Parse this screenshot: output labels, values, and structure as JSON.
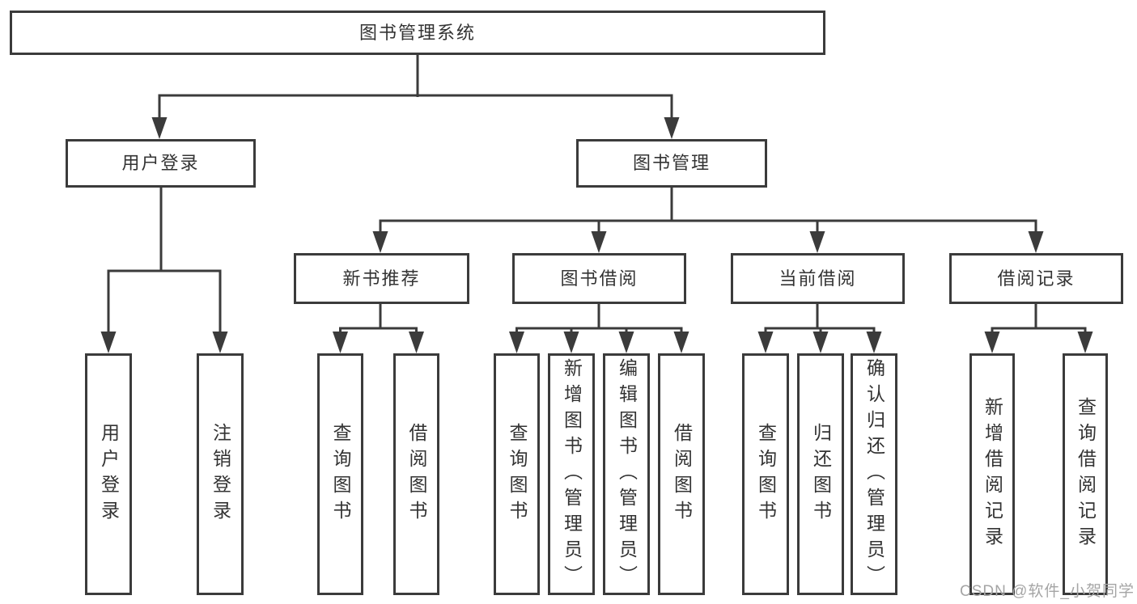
{
  "tree": {
    "root": {
      "label": "图书管理系统",
      "children": [
        {
          "label": "用户登录",
          "children": [
            {
              "label": "用户登录"
            },
            {
              "label": "注销登录"
            }
          ]
        },
        {
          "label": "图书管理",
          "children": [
            {
              "label": "新书推荐",
              "children": [
                {
                  "label": "查询图书"
                },
                {
                  "label": "借阅图书"
                }
              ]
            },
            {
              "label": "图书借阅",
              "children": [
                {
                  "label": "查询图书"
                },
                {
                  "label": "新增图书（管理员）"
                },
                {
                  "label": "编辑图书（管理员）"
                },
                {
                  "label": "借阅图书"
                }
              ]
            },
            {
              "label": "当前借阅",
              "children": [
                {
                  "label": "查询图书"
                },
                {
                  "label": "归还图书"
                },
                {
                  "label": "确认归还（管理员）"
                }
              ]
            },
            {
              "label": "借阅记录",
              "children": [
                {
                  "label": "新增借阅记录"
                },
                {
                  "label": "查询借阅记录"
                }
              ]
            }
          ]
        }
      ]
    }
  },
  "watermark": {
    "text": "CSDN @软件_小贺同学"
  },
  "colors": {
    "line": "#3b3b3b",
    "text": "#333333",
    "box_fill": "#ffffff",
    "watermark": "#a5a5a5",
    "background": "#ffffff"
  }
}
